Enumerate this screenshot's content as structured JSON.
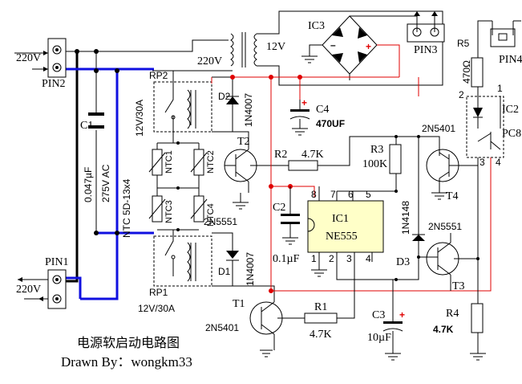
{
  "labels": {
    "v220_in": "220V",
    "v220_out": "220V",
    "pin1": "PIN1",
    "pin2": "PIN2",
    "pin3": "PIN3",
    "pin4": "PIN4",
    "c1": "C1",
    "c1_val": "0.047µF",
    "c1_rating": "275V AC",
    "rp2": "RP2",
    "rp2_rating": "12V/30A",
    "rp1": "RP1",
    "rp1_rating": "12V/30A",
    "ntc_type": "NTC 5D-13x4",
    "ntc1": "NTC1",
    "ntc2": "NTC2",
    "ntc3": "NTC3",
    "ntc4": "NTC4",
    "d2": "D2",
    "d2_part": "1N4007",
    "d1": "D1",
    "d1_part": "1N4007",
    "t2": "T2",
    "t2_part": "2N5551",
    "t1": "T1",
    "t1_part": "2N5401",
    "transformer_pri": "220V",
    "transformer_sec": "12V",
    "ic3": "IC3",
    "c4": "C4",
    "c4_val": "470UF",
    "r2": "R2",
    "r2_val": "4.7K",
    "r3": "R3",
    "r3_val": "100K",
    "c2": "C2",
    "c2_val": "0.1µF",
    "ic1": "IC1",
    "ic1_part": "NE555",
    "pin8": "8",
    "pin7": "7",
    "pin6": "6",
    "pin5": "5",
    "pin1n": "1",
    "pin2n": "2",
    "pin3n": "3",
    "pin4n": "4",
    "d3": "D3",
    "d3_part": "1N4148",
    "t4": "T4",
    "t4_part": "2N5401",
    "t3": "T3",
    "t3_part": "2N5551",
    "r1": "R1",
    "r1_val": "4.7K",
    "c3": "C3",
    "c3_val": "10µF",
    "r4": "R4",
    "r4_val": "4.7K",
    "r5": "R5",
    "r5_val": "470Ω",
    "ic2": "IC2",
    "ic2_part": "PC8",
    "ic2_p1": "1",
    "ic2_p2": "2",
    "ic2_p3": "3",
    "ic2_p4": "4",
    "title": "电源软启动电路图",
    "credit": "Drawn By：wongkm33"
  }
}
